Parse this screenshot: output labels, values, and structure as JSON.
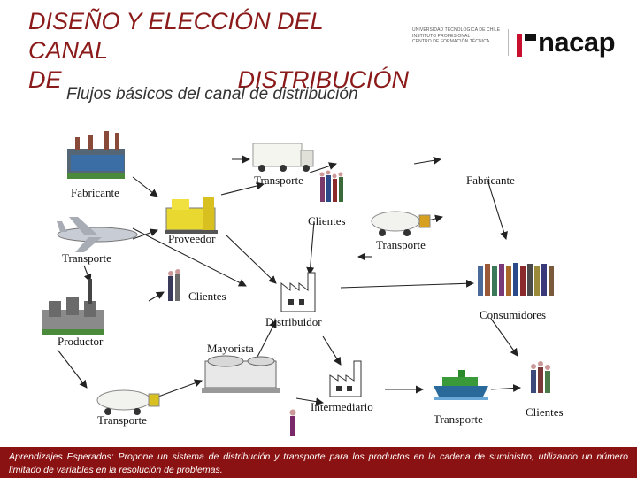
{
  "title": {
    "line1": "DISEÑO Y ELECCIÓN DEL CANAL",
    "line2_left": "DE",
    "line2_right": "DISTRIBUCIÓN"
  },
  "subtitle": "Flujos básicos del canal de distribución",
  "logo": {
    "small_lines": [
      "UNIVERSIDAD TECNOLÓGICA DE CHILE",
      "INSTITUTO PROFESIONAL",
      "CENTRO DE FORMACIÓN TÉCNICA"
    ],
    "name": "nacap",
    "brand_color": "#c8102e"
  },
  "diagram": {
    "labels": {
      "fabricante_left": "Fabricante",
      "transporte_top": "Transporte",
      "fabricante_right": "Fabricante",
      "transporte_plane": "Transporte",
      "proveedor": "Proveedor",
      "clientes_top": "Clientes",
      "transporte_mid": "Transporte",
      "clientes_mid": "Clientes",
      "productor": "Productor",
      "distribuidor": "Distribuidor",
      "consumidores": "Consumidores",
      "mayorista": "Mayorista",
      "intermediario": "Intermediario",
      "transporte_bottom_left": "Transporte",
      "transporte_ship": "Transporte",
      "clientes_bottom": "Clientes"
    }
  },
  "footer": {
    "text": "Aprendizajes Esperados: Propone un sistema de distribución y transporte para los productos en la cadena de suministro, utilizando un número limitado de variables en la resolución de problemas.",
    "bg_color": "#8b1212"
  }
}
